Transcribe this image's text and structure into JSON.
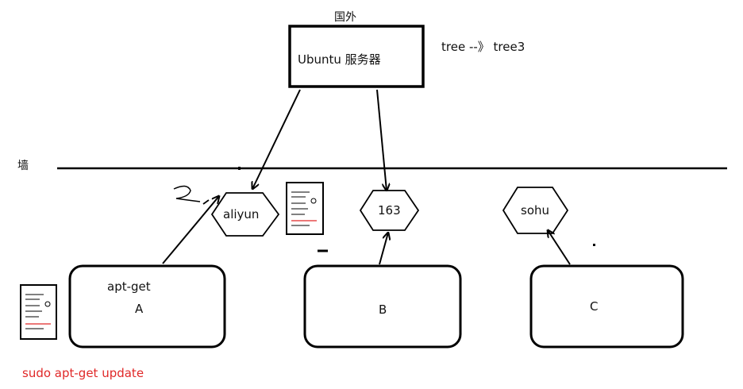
{
  "diagram": {
    "overseas_label": "国外",
    "server_label": "Ubuntu 服务器",
    "rename_note": "tree --》 tree3",
    "wall_label": "墙",
    "mirrors": [
      {
        "id": "aliyun",
        "label": "aliyun"
      },
      {
        "id": "163",
        "label": "163"
      },
      {
        "id": "sohu",
        "label": "sohu"
      }
    ],
    "clients": [
      {
        "id": "A",
        "label": "A",
        "tool": "apt-get"
      },
      {
        "id": "B",
        "label": "B"
      },
      {
        "id": "C",
        "label": "C"
      }
    ],
    "command": "sudo apt-get update",
    "stroke_color": "#000000",
    "accent_color": "#e02828"
  }
}
